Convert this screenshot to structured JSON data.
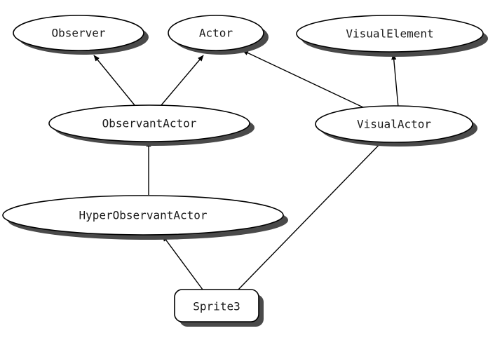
{
  "nodes": {
    "observer": {
      "label": "Observer",
      "shape": "ellipse"
    },
    "actor": {
      "label": "Actor",
      "shape": "ellipse"
    },
    "visual_element": {
      "label": "VisualElement",
      "shape": "ellipse"
    },
    "observant_actor": {
      "label": "ObservantActor",
      "shape": "ellipse"
    },
    "visual_actor": {
      "label": "VisualActor",
      "shape": "ellipse"
    },
    "hyper_observant_actor": {
      "label": "HyperObservantActor",
      "shape": "ellipse"
    },
    "sprite3": {
      "label": "Sprite3",
      "shape": "rounded-rectangle"
    }
  },
  "edges": [
    {
      "from": "observant_actor",
      "to": "observer"
    },
    {
      "from": "observant_actor",
      "to": "actor"
    },
    {
      "from": "visual_actor",
      "to": "actor"
    },
    {
      "from": "visual_actor",
      "to": "visual_element"
    },
    {
      "from": "hyper_observant_actor",
      "to": "observant_actor"
    },
    {
      "from": "sprite3",
      "to": "hyper_observant_actor"
    },
    {
      "from": "sprite3",
      "to": "visual_actor"
    }
  ],
  "colors": {
    "fill": "#ffffff",
    "stroke": "#000000",
    "shadow": "#4a4a4a",
    "text": "#1a1a1a"
  }
}
